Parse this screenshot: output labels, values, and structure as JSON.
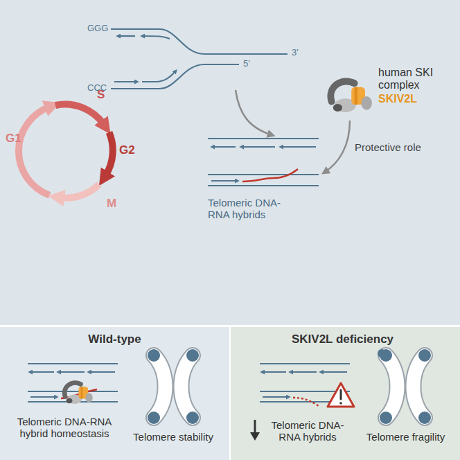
{
  "diagram": {
    "nodes": [
      {
        "text": [
          "Wild-type",
          "Telomeric DNA-RNA hybrid homeostasis",
          "Telomere stability"
        ]
      },
      {
        "text": [
          "SKIV2L deficiency",
          "Telomeric DNA-RNA hybrids",
          "Telomere fragility"
        ]
      }
    ],
    "labels": [
      "GGG",
      "CCC",
      "3'",
      "5'",
      "S",
      "G2",
      "G1",
      "M",
      "human SKI complex",
      "SKIV2L",
      "Protective role",
      "Telomeric DNA-RNA hybrids"
    ]
  }
}
